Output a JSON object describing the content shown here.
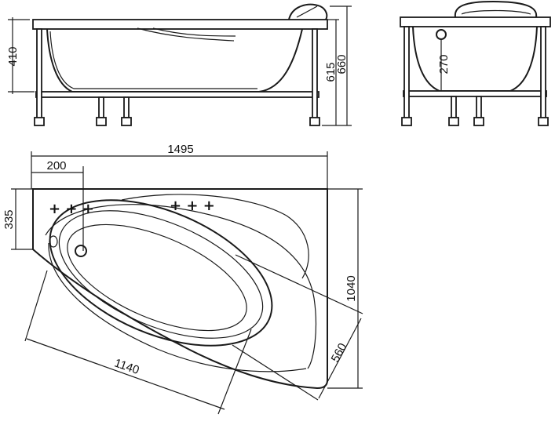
{
  "dimensions": {
    "side_height_rim": "410",
    "side_height_total": "615",
    "side_height_overall": "660",
    "end_drain_height": "270",
    "plan_length": "1495",
    "plan_offset": "200",
    "plan_corner": "335",
    "plan_width": "1040",
    "plan_diagonal_length": "1140",
    "plan_diagonal_width": "560"
  },
  "tap_marks": {
    "left": "+ + +",
    "right": "+ + +"
  }
}
